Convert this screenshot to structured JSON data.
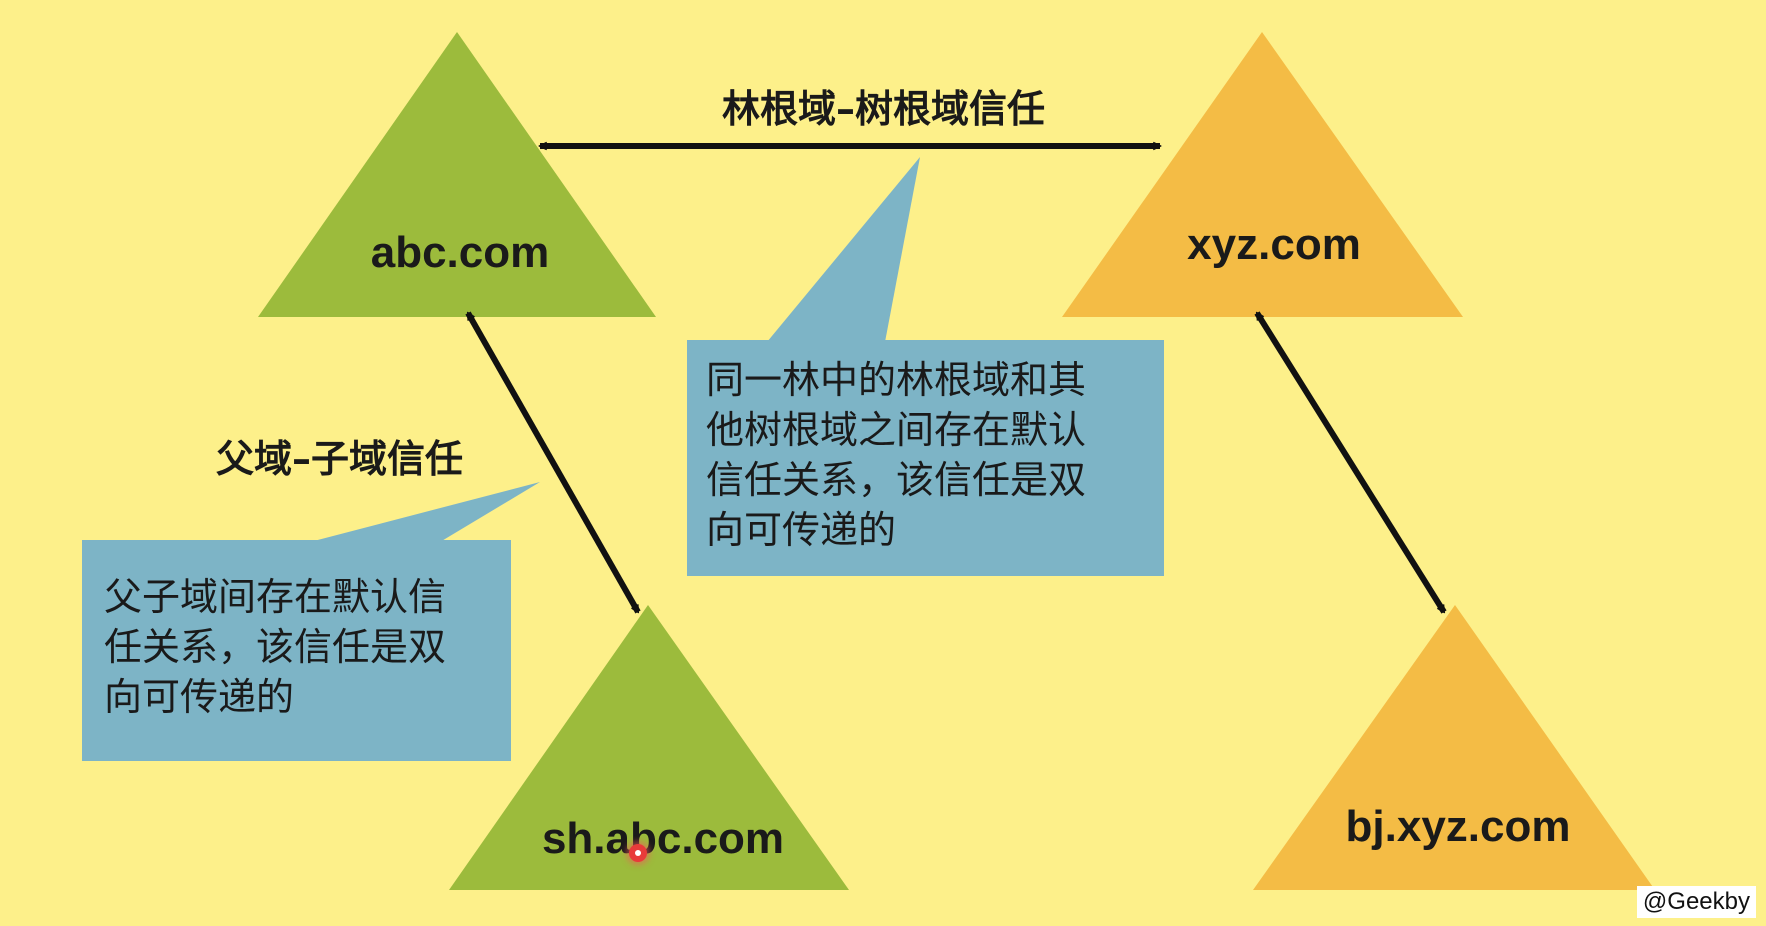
{
  "colors": {
    "background": "#fdf08a",
    "green_domain": "#9cbb3c",
    "orange_domain": "#f4bc45",
    "callout": "#7db4c6",
    "arrow": "#111111"
  },
  "domains": {
    "abc": "abc.com",
    "sh_abc": "sh.abc.com",
    "xyz": "xyz.com",
    "bj_xyz": "bj.xyz.com"
  },
  "edges": {
    "tree_root_trust": "林根域–树根域信任",
    "parent_child_trust": "父域–子域信任"
  },
  "callouts": {
    "forest": {
      "lines": [
        "同一林中的林根域和其",
        "他树根域之间存在默认",
        "信任关系，该信任是双",
        "向可传递的"
      ]
    },
    "parent_child": {
      "lines": [
        "父子域间存在默认信",
        "任关系，该信任是双",
        "向可传递的"
      ]
    }
  },
  "watermark": "@Geekby"
}
